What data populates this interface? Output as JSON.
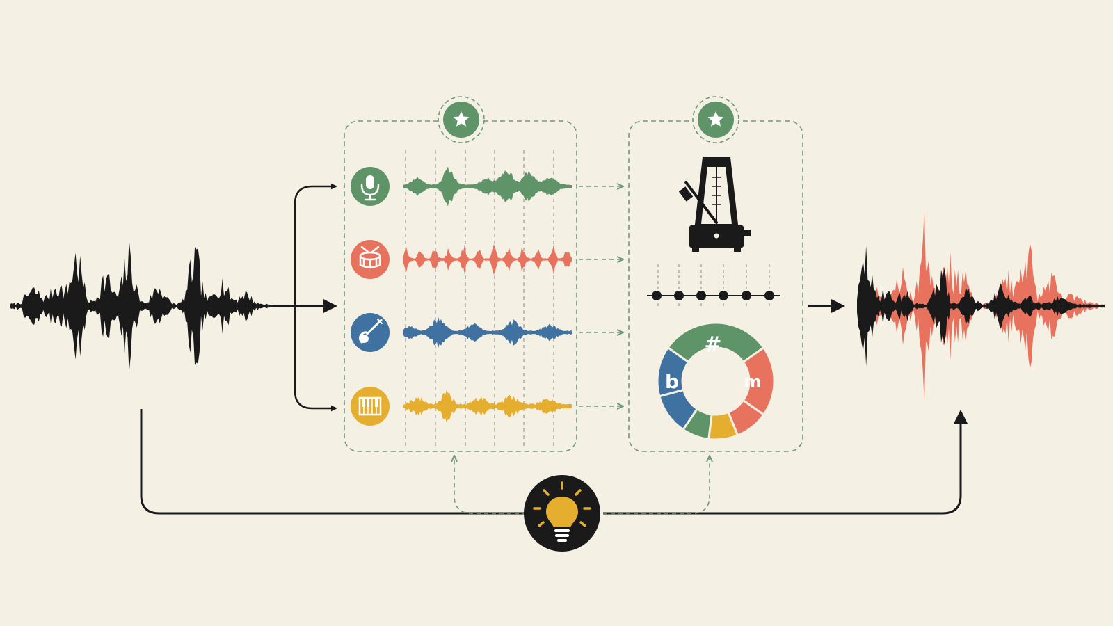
{
  "colors": {
    "background": "#f4f0e4",
    "ink": "#1a1a1a",
    "green": "#5e9468",
    "red": "#e7735f",
    "blue": "#3f72a0",
    "yellow": "#e6ae2e",
    "dashed_border": "#6f9a76"
  },
  "stems": [
    {
      "name": "vocals",
      "icon": "microphone-icon",
      "color": "#5e9468"
    },
    {
      "name": "drums",
      "icon": "drum-icon",
      "color": "#e7735f"
    },
    {
      "name": "bass",
      "icon": "bass-guitar-icon",
      "color": "#3f72a0"
    },
    {
      "name": "keys",
      "icon": "piano-keys-icon",
      "color": "#e6ae2e"
    }
  ],
  "analysis": {
    "tempo_icon": "metronome-icon",
    "beat_grid_icon": "beat-grid-icon",
    "key_wheel_icon": "key-wheel-icon",
    "key_wheel_symbols": {
      "sharp": "#",
      "flat": "b",
      "minor": "m"
    }
  },
  "badges": {
    "icon": "star-icon"
  },
  "hub": {
    "icon": "lightbulb-icon"
  }
}
